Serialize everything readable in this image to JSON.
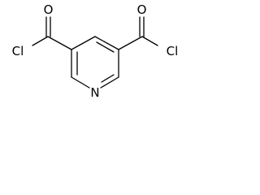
{
  "molecule": {
    "atoms": {
      "o_left": "O",
      "o_right": "O",
      "cl_left": "Cl",
      "cl_right": "Cl",
      "n_ring": "N"
    }
  },
  "colors": {
    "ink": "#000000",
    "background": "#ffffff"
  }
}
